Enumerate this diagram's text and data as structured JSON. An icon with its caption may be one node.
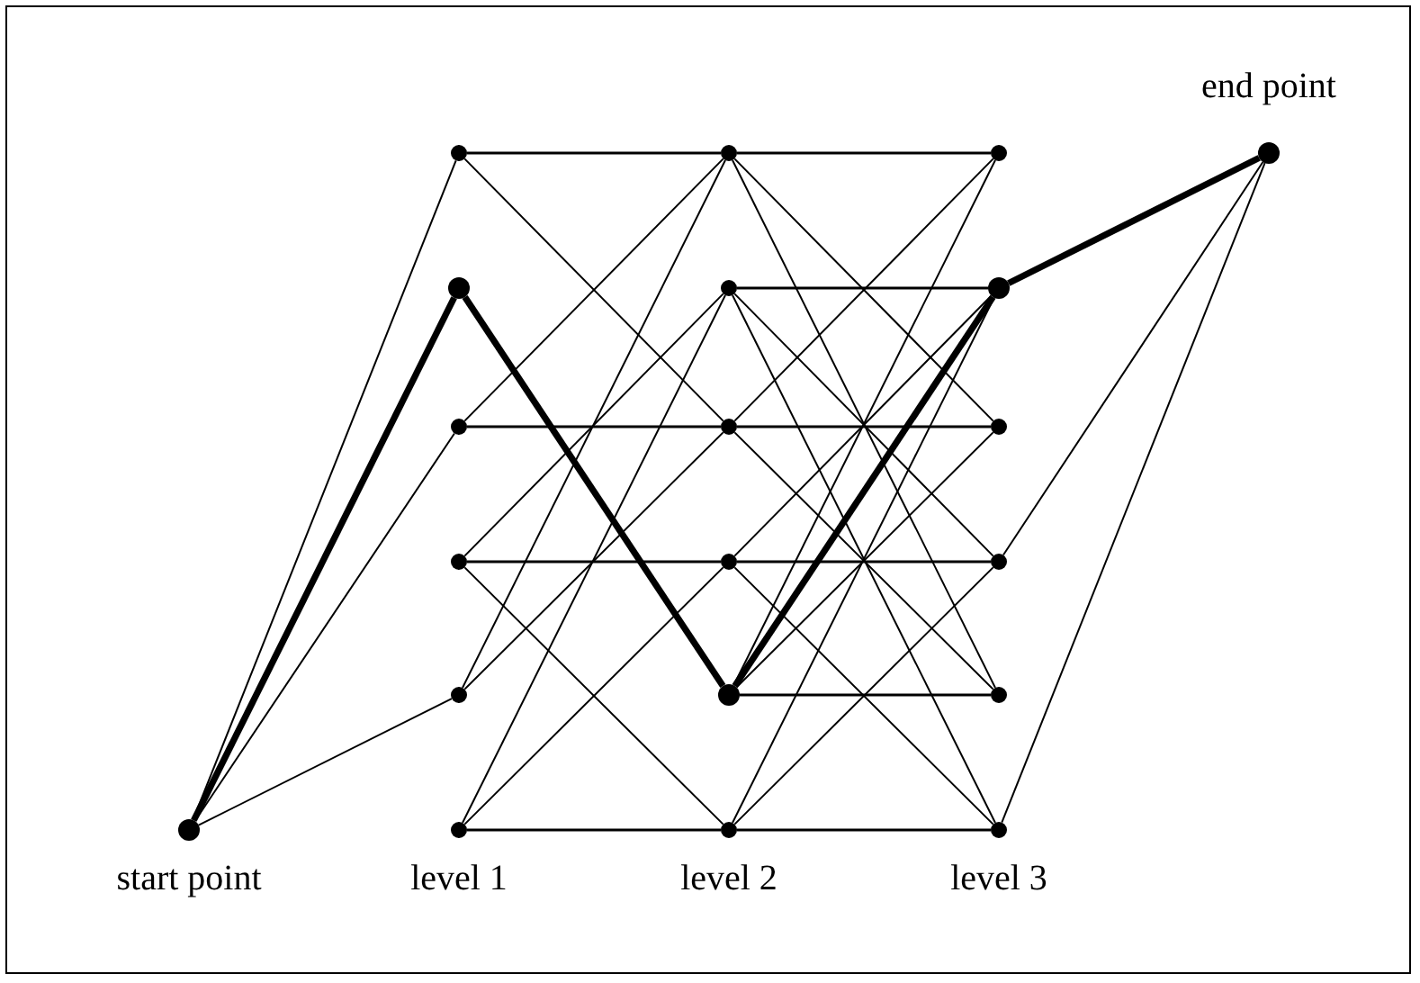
{
  "diagram": {
    "nodes": [
      {
        "text": [],
        "shape": "circle",
        "beside": [
          "start point"
        ]
      },
      {
        "text": [],
        "shape": "circle"
      },
      {
        "text": [],
        "shape": "circle"
      },
      {
        "text": [],
        "shape": "circle"
      },
      {
        "text": [],
        "shape": "circle"
      },
      {
        "text": [],
        "shape": "circle"
      },
      {
        "text": [],
        "shape": "circle"
      },
      {
        "text": [],
        "shape": "circle"
      },
      {
        "text": [],
        "shape": "circle"
      },
      {
        "text": [],
        "shape": "circle"
      },
      {
        "text": [],
        "shape": "circle"
      },
      {
        "text": [],
        "shape": "circle"
      },
      {
        "text": [],
        "shape": "circle"
      },
      {
        "text": [],
        "shape": "circle"
      },
      {
        "text": [],
        "shape": "circle"
      },
      {
        "text": [],
        "shape": "circle"
      },
      {
        "text": [],
        "shape": "circle"
      },
      {
        "text": [],
        "shape": "circle"
      },
      {
        "text": [],
        "shape": "circle"
      },
      {
        "text": [],
        "shape": "circle",
        "beside": [
          "end point"
        ]
      }
    ],
    "edges": [
      {
        "from": 0,
        "to": 1,
        "arrow": "none"
      },
      {
        "from": 0,
        "to": 2,
        "arrow": "none",
        "style": "thick"
      },
      {
        "from": 0,
        "to": 3,
        "arrow": "none"
      },
      {
        "from": 0,
        "to": 5,
        "arrow": "none"
      },
      {
        "from": 1,
        "to": 7,
        "arrow": "none"
      },
      {
        "from": 1,
        "to": 9,
        "arrow": "none"
      },
      {
        "from": 2,
        "to": 11,
        "arrow": "none",
        "style": "thick"
      },
      {
        "from": 3,
        "to": 7,
        "arrow": "none"
      },
      {
        "from": 3,
        "to": 9,
        "arrow": "none"
      },
      {
        "from": 4,
        "to": 8,
        "arrow": "none"
      },
      {
        "from": 4,
        "to": 10,
        "arrow": "none"
      },
      {
        "from": 4,
        "to": 12,
        "arrow": "none"
      },
      {
        "from": 5,
        "to": 7,
        "arrow": "none"
      },
      {
        "from": 5,
        "to": 9,
        "arrow": "none"
      },
      {
        "from": 6,
        "to": 8,
        "arrow": "none"
      },
      {
        "from": 6,
        "to": 10,
        "arrow": "none"
      },
      {
        "from": 6,
        "to": 12,
        "arrow": "none"
      },
      {
        "from": 7,
        "to": 13,
        "arrow": "none"
      },
      {
        "from": 7,
        "to": 15,
        "arrow": "none"
      },
      {
        "from": 7,
        "to": 17,
        "arrow": "none"
      },
      {
        "from": 8,
        "to": 14,
        "arrow": "none"
      },
      {
        "from": 8,
        "to": 16,
        "arrow": "none"
      },
      {
        "from": 8,
        "to": 18,
        "arrow": "none"
      },
      {
        "from": 9,
        "to": 13,
        "arrow": "none"
      },
      {
        "from": 9,
        "to": 15,
        "arrow": "none"
      },
      {
        "from": 9,
        "to": 17,
        "arrow": "none"
      },
      {
        "from": 10,
        "to": 14,
        "arrow": "none"
      },
      {
        "from": 10,
        "to": 16,
        "arrow": "none"
      },
      {
        "from": 10,
        "to": 18,
        "arrow": "none"
      },
      {
        "from": 11,
        "to": 13,
        "arrow": "none"
      },
      {
        "from": 11,
        "to": 14,
        "arrow": "none",
        "style": "thick"
      },
      {
        "from": 11,
        "to": 15,
        "arrow": "none"
      },
      {
        "from": 11,
        "to": 17,
        "arrow": "none"
      },
      {
        "from": 12,
        "to": 14,
        "arrow": "none"
      },
      {
        "from": 12,
        "to": 16,
        "arrow": "none"
      },
      {
        "from": 12,
        "to": 18,
        "arrow": "none"
      },
      {
        "from": 14,
        "to": 19,
        "arrow": "none",
        "style": "thick"
      },
      {
        "from": 16,
        "to": 19,
        "arrow": "none"
      },
      {
        "from": 18,
        "to": 19,
        "arrow": "none"
      }
    ],
    "labels": [
      "level 1",
      "level 2",
      "level 3"
    ]
  }
}
